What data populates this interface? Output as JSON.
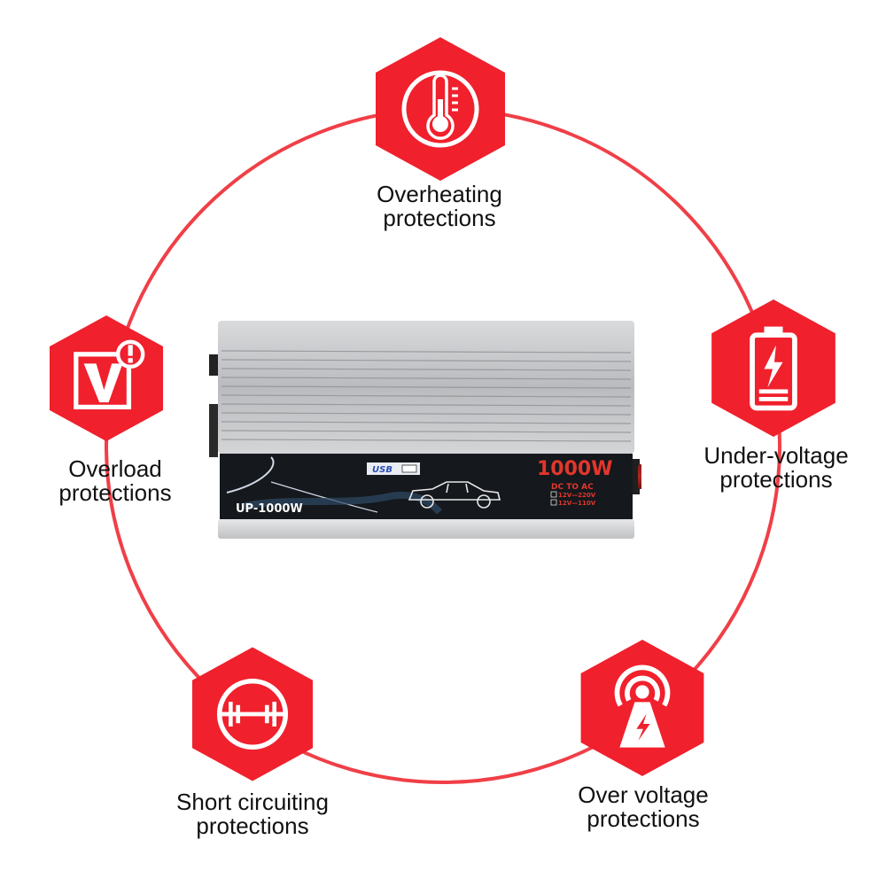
{
  "colors": {
    "accent": "#f0202c",
    "ring": "#ee2a33",
    "text": "#111111",
    "panel_dark": "#15181c",
    "power_text": "#e3362c"
  },
  "features": [
    {
      "id": "overheating",
      "line1": "Overheating",
      "line2": "protections",
      "icon": "thermometer-icon"
    },
    {
      "id": "overload",
      "line1": "Overload",
      "line2": "protections",
      "icon": "voltage-alert-icon"
    },
    {
      "id": "under_voltage",
      "line1": "Under-voltage",
      "line2": "protections",
      "icon": "battery-bolt-icon"
    },
    {
      "id": "short_circuit",
      "line1": "Short circuiting",
      "line2": "protections",
      "icon": "short-circuit-icon"
    },
    {
      "id": "over_voltage",
      "line1": "Over voltage",
      "line2": "protections",
      "icon": "tower-signal-bolt-icon"
    }
  ],
  "product": {
    "model": "UP-1000W",
    "power": "1000W",
    "conversion": "DC TO AC",
    "options": [
      "12V—220V",
      "12V—110V"
    ],
    "usb_label": "USB"
  }
}
